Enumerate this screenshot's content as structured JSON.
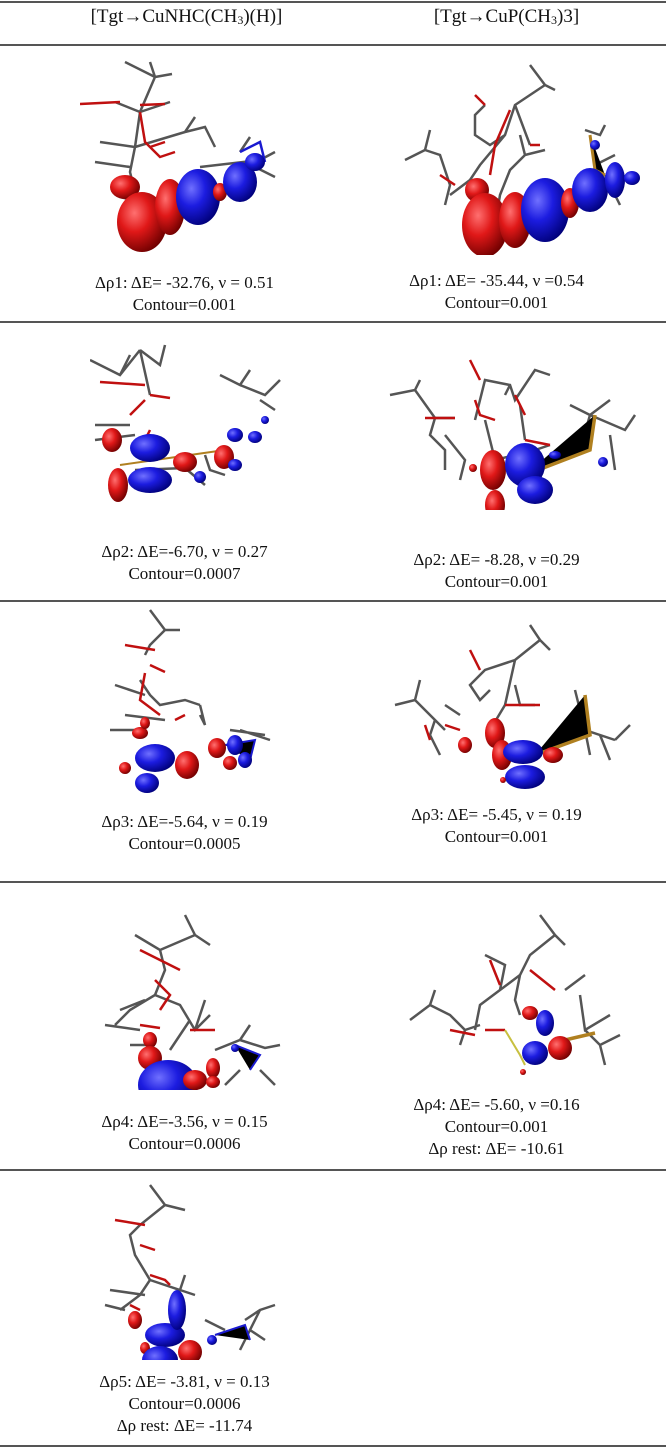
{
  "table": {
    "columns": [
      {
        "label_main": "[Tgt→CuNHC(CH",
        "label_sub": "3",
        "label_tail": ")(H)]"
      },
      {
        "label_main": "[Tgt→CuP(CH",
        "label_sub": "3",
        "label_tail": ")3]"
      }
    ],
    "rows": [
      {
        "left": {
          "line1": "Δρ1: ΔE= -32.76, ν = 0.51",
          "line2": "Contour=0.001"
        },
        "right": {
          "line1": "Δρ1: ΔE= -35.44, ν =0.54",
          "line2": "Contour=0.001"
        }
      },
      {
        "left": {
          "line1": "Δρ2: ΔE=-6.70, ν = 0.27",
          "line2": "Contour=0.0007"
        },
        "right": {
          "line1": "Δρ2: ΔE= -8.28, ν =0.29",
          "line2": "Contour=0.001"
        }
      },
      {
        "left": {
          "line1": "Δρ3: ΔE=-5.64, ν = 0.19",
          "line2": "Contour=0.0005"
        },
        "right": {
          "line1": "Δρ3: ΔE= -5.45, ν = 0.19",
          "line2": "Contour=0.001"
        }
      },
      {
        "left": {
          "line1": "Δρ4: ΔE=-3.56, ν = 0.15",
          "line2": "Contour=0.0006"
        },
        "right": {
          "line1": "Δρ4: ΔE= -5.60, ν =0.16",
          "line2": "Contour=0.001",
          "line3": "Δρ rest: ΔE= -10.61"
        }
      },
      {
        "left": {
          "line1": "Δρ5: ΔE= -3.81, ν = 0.13",
          "line2": "Contour=0.0006",
          "line3": "Δρ rest: ΔE= -11.74"
        }
      }
    ]
  },
  "colors": {
    "positive_lobe": "#d01010",
    "negative_lobe": "#1a1adc",
    "bond": "#555555",
    "rule": "#555555"
  }
}
